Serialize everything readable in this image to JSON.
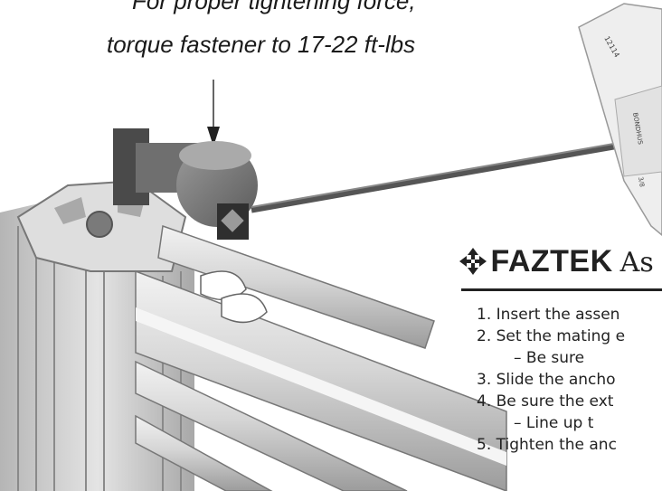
{
  "caption": {
    "line1": "For proper tightening force,",
    "line2": "torque fastener to 17-22 ft-lbs"
  },
  "wrench": {
    "handle_text_1": "12114",
    "handle_text_2": "BONDHUS",
    "handle_text_3": "3/8"
  },
  "brand": {
    "name": "FAZTEK",
    "title_rest": "As",
    "logo_icon": "four-way-arrow-icon"
  },
  "steps": [
    "1. Insert the assen",
    "2. Set the mating e",
    "– Be sure",
    "3.  Slide the ancho",
    "4.  Be sure the ext",
    "– Line up t",
    "5.  Tighten the anc"
  ],
  "colors": {
    "extrusion": "#c9c9c9",
    "fastener": "#8a8a8a",
    "handle": "#e8e8e8",
    "text": "#222222"
  }
}
